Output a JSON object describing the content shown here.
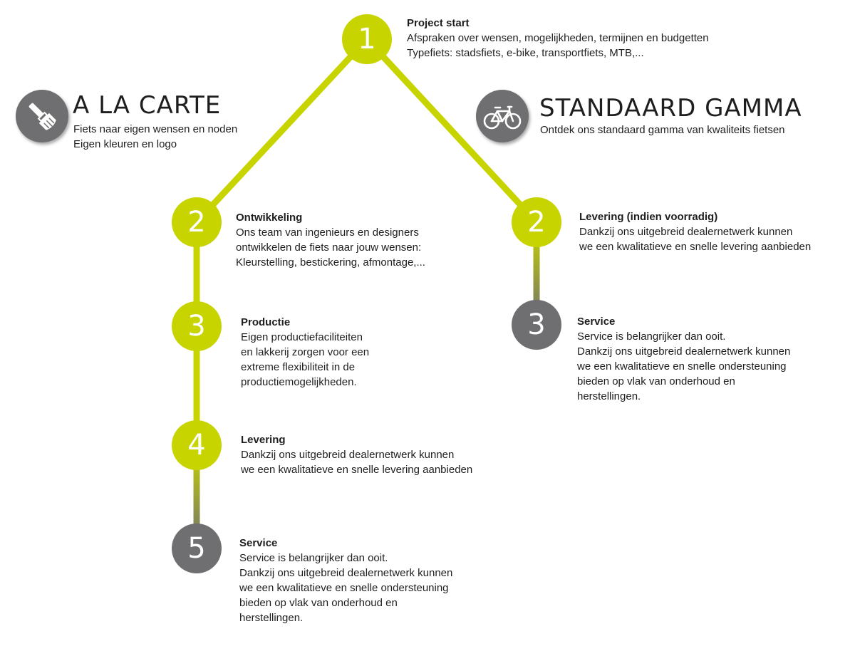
{
  "colors": {
    "accent": "#c8d400",
    "neutral": "#6f6f71"
  },
  "start": {
    "number": "1",
    "title": "Project start",
    "lines": [
      "Afspraken over wensen, mogelijkheden, termijnen en budgetten",
      "Typefiets: stadsfiets, e-bike, transportfiets, MTB,..."
    ]
  },
  "left_branch": {
    "icon": "paintbrush-icon",
    "title": "A LA CARTE",
    "lines": [
      "Fiets naar eigen wensen en noden",
      "Eigen kleuren en logo"
    ],
    "steps": [
      {
        "number": "2",
        "title": "Ontwikkeling",
        "lines": [
          "Ons team van ingenieurs en designers",
          "ontwikkelen de fiets naar jouw wensen:",
          "Kleurstelling, bestickering, afmontage,..."
        ]
      },
      {
        "number": "3",
        "title": "Productie",
        "lines": [
          "Eigen productiefaciliteiten",
          "en lakkerij zorgen voor een",
          "extreme flexibiliteit in de",
          "productiemogelijkheden."
        ]
      },
      {
        "number": "4",
        "title": "Levering",
        "lines": [
          "Dankzij ons uitgebreid dealernetwerk kunnen",
          "we een kwalitatieve en snelle levering aanbieden"
        ]
      },
      {
        "number": "5",
        "title": "Service",
        "lines": [
          "Service is belangrijker dan ooit.",
          "Dankzij ons uitgebreid dealernetwerk kunnen",
          "we een kwalitatieve en snelle ondersteuning",
          "bieden op vlak van onderhoud en",
          "herstellingen."
        ]
      }
    ]
  },
  "right_branch": {
    "icon": "bicycle-icon",
    "title": "STANDAARD GAMMA",
    "lines": [
      "Ontdek ons standaard gamma van kwaliteits fietsen"
    ],
    "steps": [
      {
        "number": "2",
        "title": "Levering (indien voorradig)",
        "lines": [
          "Dankzij ons uitgebreid dealernetwerk kunnen",
          "we een kwalitatieve en snelle levering aanbieden"
        ]
      },
      {
        "number": "3",
        "title": "Service",
        "lines": [
          "Service is belangrijker dan ooit.",
          "Dankzij ons uitgebreid dealernetwerk kunnen",
          "we een kwalitatieve en snelle ondersteuning",
          "bieden op vlak van onderhoud en",
          "herstellingen."
        ]
      }
    ]
  }
}
